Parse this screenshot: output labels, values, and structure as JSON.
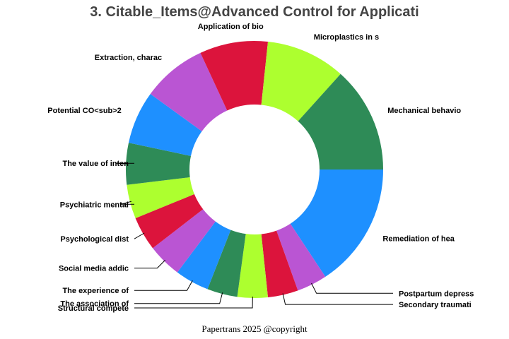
{
  "chart_data": {
    "type": "pie",
    "title": "3. Citable_Items@Advanced Control for Applicati",
    "footer": "Papertrans 2025 @copyright",
    "slices": [
      {
        "label": "Remediation of hea",
        "value": 16.5,
        "color": "#1E90FF"
      },
      {
        "label": "Postpartum depress",
        "value": 4,
        "color": "#BA55D3"
      },
      {
        "label": "Secondary traumati",
        "value": 4,
        "color": "#DC143C"
      },
      {
        "label": "Structural compete",
        "value": 4,
        "color": "#ADFF2F"
      },
      {
        "label": "The association of",
        "value": 4,
        "color": "#2E8B57"
      },
      {
        "label": "The experience of",
        "value": 4.5,
        "color": "#1E90FF"
      },
      {
        "label": "Social media addic",
        "value": 4.5,
        "color": "#BA55D3"
      },
      {
        "label": "Psychological dist",
        "value": 4.5,
        "color": "#DC143C"
      },
      {
        "label": "Psychiatric mental",
        "value": 4.5,
        "color": "#ADFF2F"
      },
      {
        "label": "The value of inten",
        "value": 5.5,
        "color": "#2E8B57"
      },
      {
        "label": "Potential CO<sub>2",
        "value": 7,
        "color": "#1E90FF"
      },
      {
        "label": "Extraction, charac",
        "value": 8.5,
        "color": "#BA55D3"
      },
      {
        "label": "Application of bio",
        "value": 9,
        "color": "#DC143C"
      },
      {
        "label": "Microplastics in s",
        "value": 10.5,
        "color": "#ADFF2F"
      },
      {
        "label": "Mechanical behavio",
        "value": 14,
        "color": "#2E8B57"
      }
    ]
  }
}
